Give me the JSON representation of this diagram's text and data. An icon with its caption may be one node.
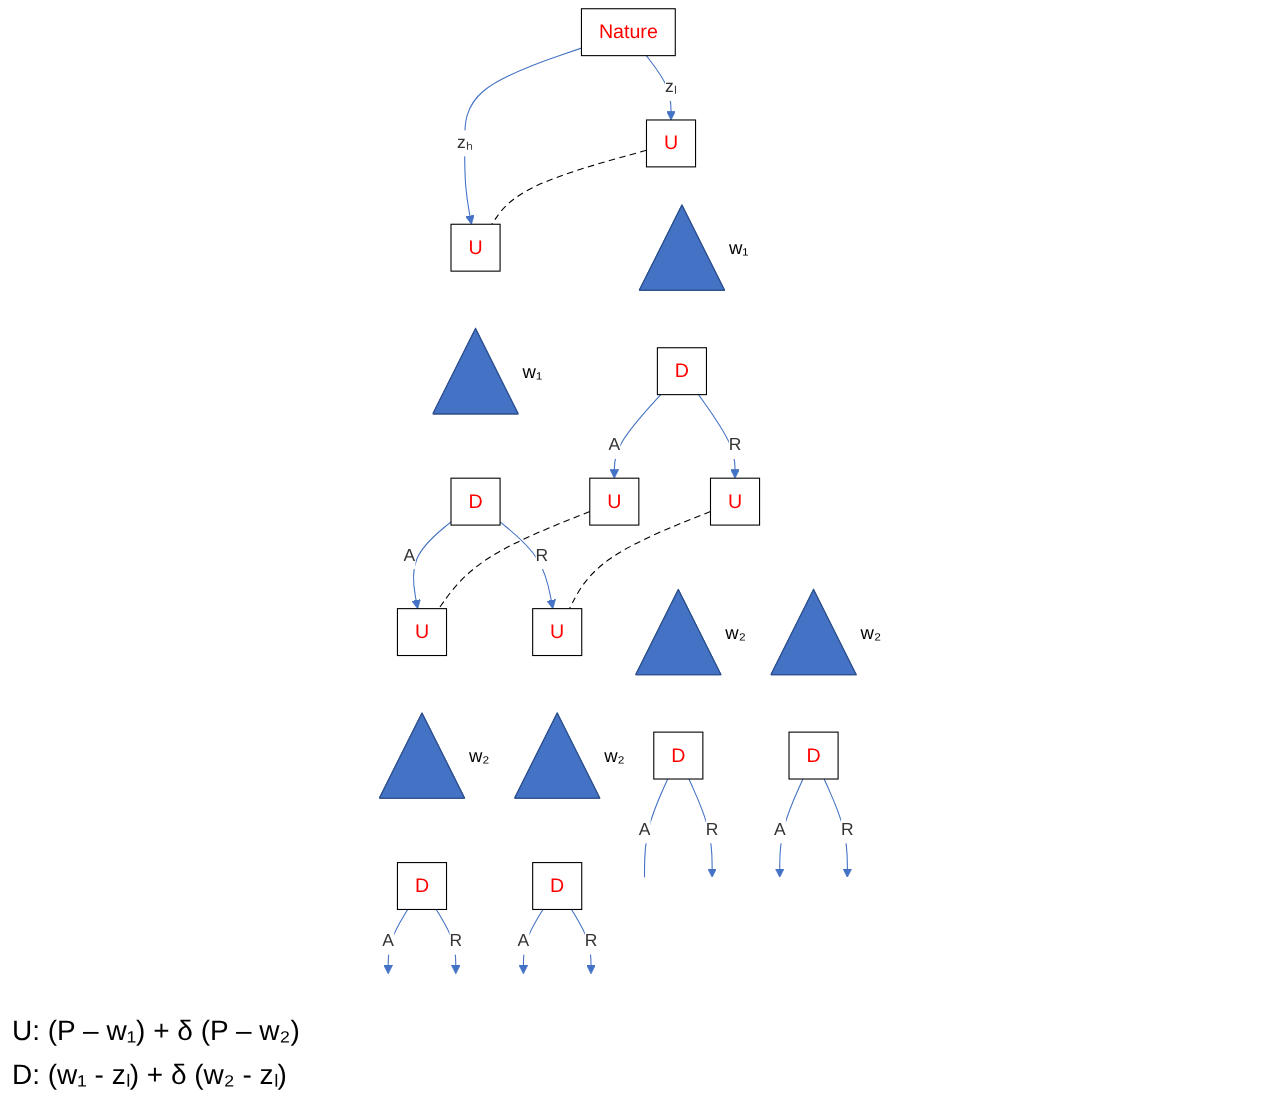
{
  "diagram": {
    "nodes": [
      {
        "text": [
          "Nature"
        ]
      },
      {
        "text": [
          "U"
        ]
      },
      {
        "text": [
          "U"
        ]
      },
      {
        "text": [],
        "shape": "triangle",
        "beside": [
          "w₁"
        ]
      },
      {
        "text": [],
        "shape": "triangle",
        "beside": [
          "w₁"
        ]
      },
      {
        "text": [
          "D"
        ]
      },
      {
        "text": [
          "D"
        ]
      },
      {
        "text": [
          "U"
        ]
      },
      {
        "text": [
          "U"
        ]
      },
      {
        "text": [
          "U"
        ]
      },
      {
        "text": [
          "U"
        ]
      },
      {
        "text": [],
        "shape": "triangle",
        "beside": [
          "w₂"
        ]
      },
      {
        "text": [],
        "shape": "triangle",
        "beside": [
          "w₂"
        ]
      },
      {
        "text": [],
        "shape": "triangle",
        "beside": [
          "w₂"
        ]
      },
      {
        "text": [],
        "shape": "triangle",
        "beside": [
          "w₂"
        ]
      },
      {
        "text": [
          "D"
        ]
      },
      {
        "text": [
          "D"
        ]
      },
      {
        "text": [
          "D"
        ]
      },
      {
        "text": [
          "D"
        ]
      }
    ],
    "edges": [
      {
        "from": 0,
        "to": 1,
        "arrow": "to",
        "label": "zₗ"
      },
      {
        "from": 0,
        "to": 2,
        "arrow": "to",
        "label": "zₕ"
      },
      {
        "from": 1,
        "to": 2,
        "arrow": "none",
        "style": "dashed",
        "color": "#000000"
      },
      {
        "from": 5,
        "to": 7,
        "arrow": "to",
        "label": "A"
      },
      {
        "from": 5,
        "to": 8,
        "arrow": "to",
        "label": "R"
      },
      {
        "from": 6,
        "to": 9,
        "arrow": "to",
        "label": "A"
      },
      {
        "from": 6,
        "to": 10,
        "arrow": "to",
        "label": "R"
      },
      {
        "from": 7,
        "to": 9,
        "arrow": "none",
        "style": "dashed",
        "color": "#000000"
      },
      {
        "from": 8,
        "to": 10,
        "arrow": "none",
        "style": "dashed",
        "color": "#000000"
      },
      {
        "from": 15,
        "to": null,
        "arrow": "none",
        "label": "A"
      },
      {
        "from": 15,
        "to": null,
        "arrow": "to",
        "label": "R"
      },
      {
        "from": 16,
        "to": null,
        "arrow": "to",
        "label": "A"
      },
      {
        "from": 16,
        "to": null,
        "arrow": "to",
        "label": "R"
      },
      {
        "from": 17,
        "to": null,
        "arrow": "to",
        "label": "A"
      },
      {
        "from": 17,
        "to": null,
        "arrow": "to",
        "label": "R"
      },
      {
        "from": 18,
        "to": null,
        "arrow": "to",
        "label": "A"
      },
      {
        "from": 18,
        "to": null,
        "arrow": "to",
        "label": "R"
      }
    ],
    "labels": [
      "U: (P – w₁) + δ (P – w₂)",
      "D: (w₁ - zₗ) + δ (w₂ - zₗ)"
    ]
  }
}
